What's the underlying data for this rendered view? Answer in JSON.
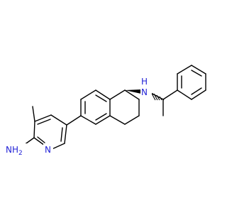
{
  "molecule": {
    "atoms": {
      "amine_n": {
        "text": "NH",
        "color": "#1f1fd6"
      },
      "amine_h2": {
        "text": "2",
        "color": "#1f1fd6"
      },
      "pyridine_n": {
        "text": "N",
        "color": "#1f1fd6"
      },
      "secondary_n": {
        "text": "N",
        "color": "#1f1fd6"
      },
      "secondary_h": {
        "text": "H",
        "color": "#1f1fd6"
      }
    }
  }
}
